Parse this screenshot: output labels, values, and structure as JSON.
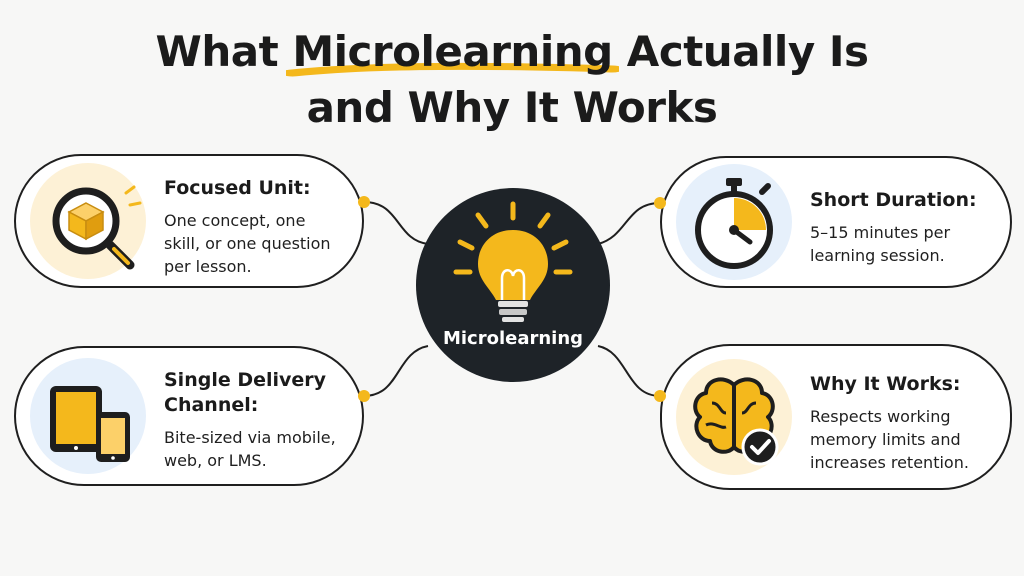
{
  "title": {
    "pre": "What ",
    "highlight": "Microlearning",
    "post": " Actually Is",
    "line2": "and Why It Works"
  },
  "center": {
    "label": "Microlearning",
    "icon": "lightbulb-icon"
  },
  "cards": {
    "focused": {
      "heading": "Focused Unit:",
      "body": "One concept, one skill, or one question per lesson.",
      "icon": "magnifier-cube-icon"
    },
    "duration": {
      "heading": "Short Duration:",
      "body": "5–15 minutes per learning session.",
      "icon": "stopwatch-icon"
    },
    "delivery": {
      "heading": "Single Delivery Channel:",
      "body": "Bite-sized via mobile, web, or LMS.",
      "icon": "devices-icon"
    },
    "works": {
      "heading": "Why It Works:",
      "body": "Respects working memory limits and increases retention.",
      "icon": "brain-check-icon"
    }
  },
  "colors": {
    "accent": "#f4b81c",
    "accent_light": "#fdf1d6",
    "blue_light": "#e6f0fb",
    "dark": "#1e2328",
    "outline": "#1f1f1f"
  }
}
